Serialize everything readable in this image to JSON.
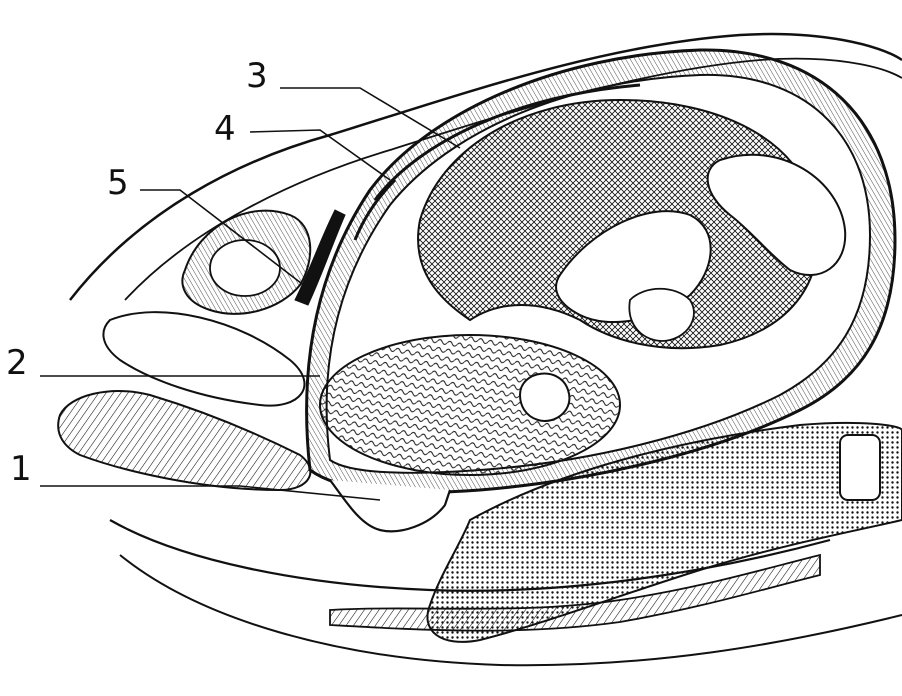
{
  "figure": {
    "callouts": [
      {
        "id": "1",
        "label": "1"
      },
      {
        "id": "2",
        "label": "2"
      },
      {
        "id": "3",
        "label": "3"
      },
      {
        "id": "4",
        "label": "4"
      },
      {
        "id": "5",
        "label": "5"
      }
    ],
    "ink_color": "#111111",
    "paper_color": "#ffffff"
  }
}
